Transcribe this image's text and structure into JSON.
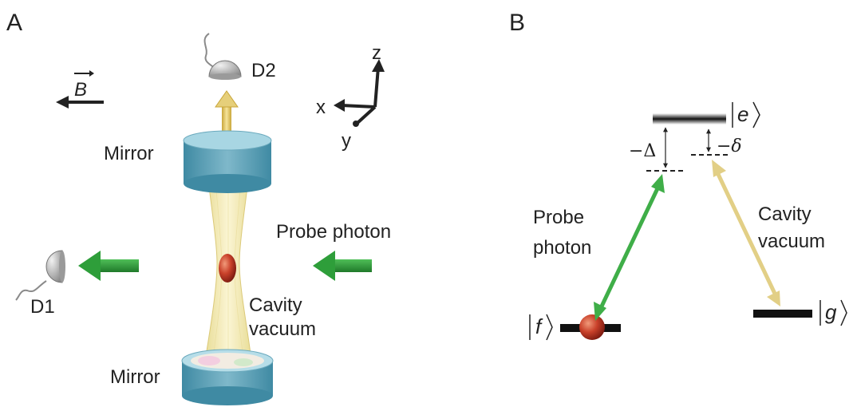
{
  "panel_a": {
    "label": "A",
    "detector_top": "D2",
    "detector_left": "D1",
    "mirror_top": "Mirror",
    "mirror_bottom": "Mirror",
    "probe_label": "Probe photon",
    "cavity_label_1": "Cavity",
    "cavity_label_2": "vacuum",
    "axis_z": "z",
    "axis_x": "x",
    "axis_y": "y",
    "field_label": "B"
  },
  "panel_b": {
    "label": "B",
    "state_e": "e",
    "state_f": "f",
    "state_g": "g",
    "detuning_large": "−Δ",
    "detuning_small": "−δ",
    "probe_line_1": "Probe",
    "probe_line_2": "photon",
    "cavity_line_1": "Cavity",
    "cavity_line_2": "vacuum"
  },
  "colors": {
    "green_arrow": "#2e9e3a",
    "yellow_arrow": "#e0c97a",
    "mirror_blue": "#8fc4d3",
    "atom_red": "#c0392b",
    "beam_yellow": "#f1e4a0"
  }
}
